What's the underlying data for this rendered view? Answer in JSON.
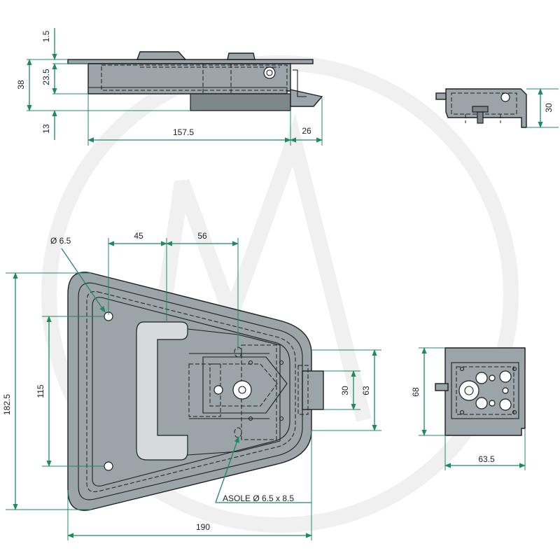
{
  "dimensions": {
    "top_view": {
      "plate_thickness": "1.5",
      "total_height": "38",
      "body_depth": "23.5",
      "lower_depth": "13",
      "body_length": "157.5",
      "latch_projection": "26"
    },
    "side_view": {
      "height": "30"
    },
    "front_view": {
      "hole_diameter": "Ø 6.5",
      "hole_to_handle": "45",
      "handle_to_center": "56",
      "overall_height": "182.5",
      "hole_spacing": "115",
      "latch_width": "30",
      "latch_outer": "63",
      "slot_label": "ASOLE Ø 6.5 x 8.5",
      "overall_width": "190"
    },
    "end_view": {
      "height": "68",
      "width": "63.5"
    }
  },
  "colors": {
    "dimension": "#1f8a5f",
    "body": "#9aa4a9",
    "handle": "#d6dadc",
    "outline": "#1e1e1e"
  }
}
